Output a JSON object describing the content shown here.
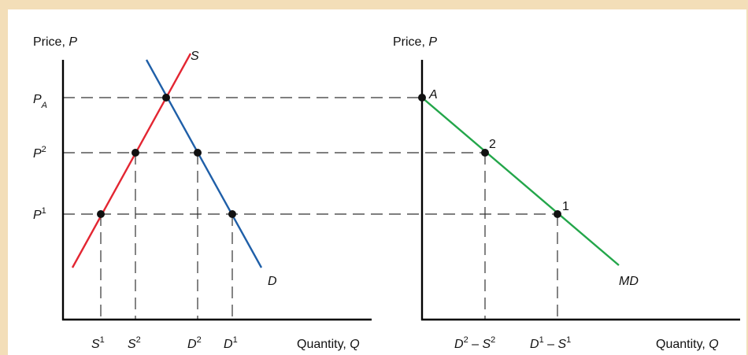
{
  "colors": {
    "supply": "#e32632",
    "demand": "#1f5fa8",
    "import_demand": "#23a64a",
    "axes": "#000000",
    "guides": "#333333",
    "background": "#f3deb8"
  },
  "left_panel": {
    "y_axis_label": "Price,",
    "y_axis_var": "P",
    "x_axis_label": "Quantity,",
    "x_axis_var": "Q",
    "curve_labels": {
      "supply": "S",
      "demand": "D"
    },
    "price_labels": [
      {
        "base": "P",
        "mark": "A",
        "type": "sub"
      },
      {
        "base": "P",
        "mark": "2",
        "type": "sup"
      },
      {
        "base": "P",
        "mark": "1",
        "type": "sup"
      }
    ],
    "quantity_labels": [
      {
        "base": "S",
        "mark": "1"
      },
      {
        "base": "S",
        "mark": "2"
      },
      {
        "base": "D",
        "mark": "2"
      },
      {
        "base": "D",
        "mark": "1"
      }
    ]
  },
  "right_panel": {
    "y_axis_label": "Price,",
    "y_axis_var": "P",
    "x_axis_label": "Quantity,",
    "x_axis_var": "Q",
    "curve_label": "MD",
    "point_labels": [
      "A",
      "2",
      "1"
    ],
    "quantity_labels": [
      {
        "a": "D",
        "a_mark": "2",
        "minus": "–",
        "b": "S",
        "b_mark": "2"
      },
      {
        "a": "D",
        "a_mark": "1",
        "minus": "–",
        "b": "S",
        "b_mark": "1"
      }
    ]
  }
}
